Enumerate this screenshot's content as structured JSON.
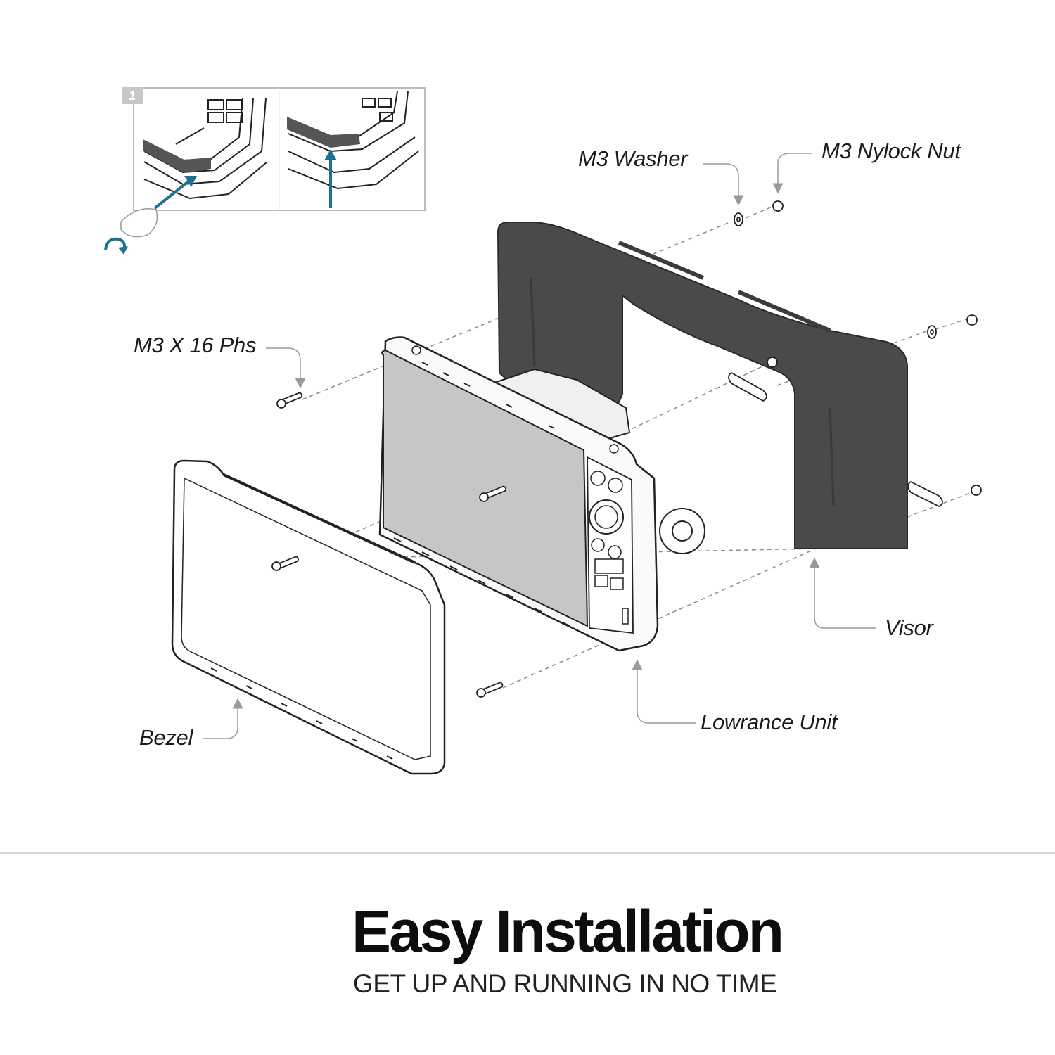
{
  "labels": {
    "m3_washer": "M3 Washer",
    "m3_nylock_nut": "M3 Nylock Nut",
    "m3_x16_phs": "M3 X 16 Phs",
    "visor": "Visor",
    "lowrance_unit": "Lowrance Unit",
    "bezel": "Bezel"
  },
  "inset": {
    "step_number": "1"
  },
  "footer": {
    "title": "Easy Installation",
    "subtitle": "GET UP AND RUNNING IN NO TIME"
  },
  "colors": {
    "visor": "#4a4a4a",
    "screen": "#c6c6c6",
    "arrow_blue": "#1f6f94",
    "leader_gray": "#9a9a9a"
  },
  "icons": [
    "screwdriver-hand-icon",
    "screws-icon",
    "rotate-arrow-icon",
    "pry-tool-icon"
  ]
}
